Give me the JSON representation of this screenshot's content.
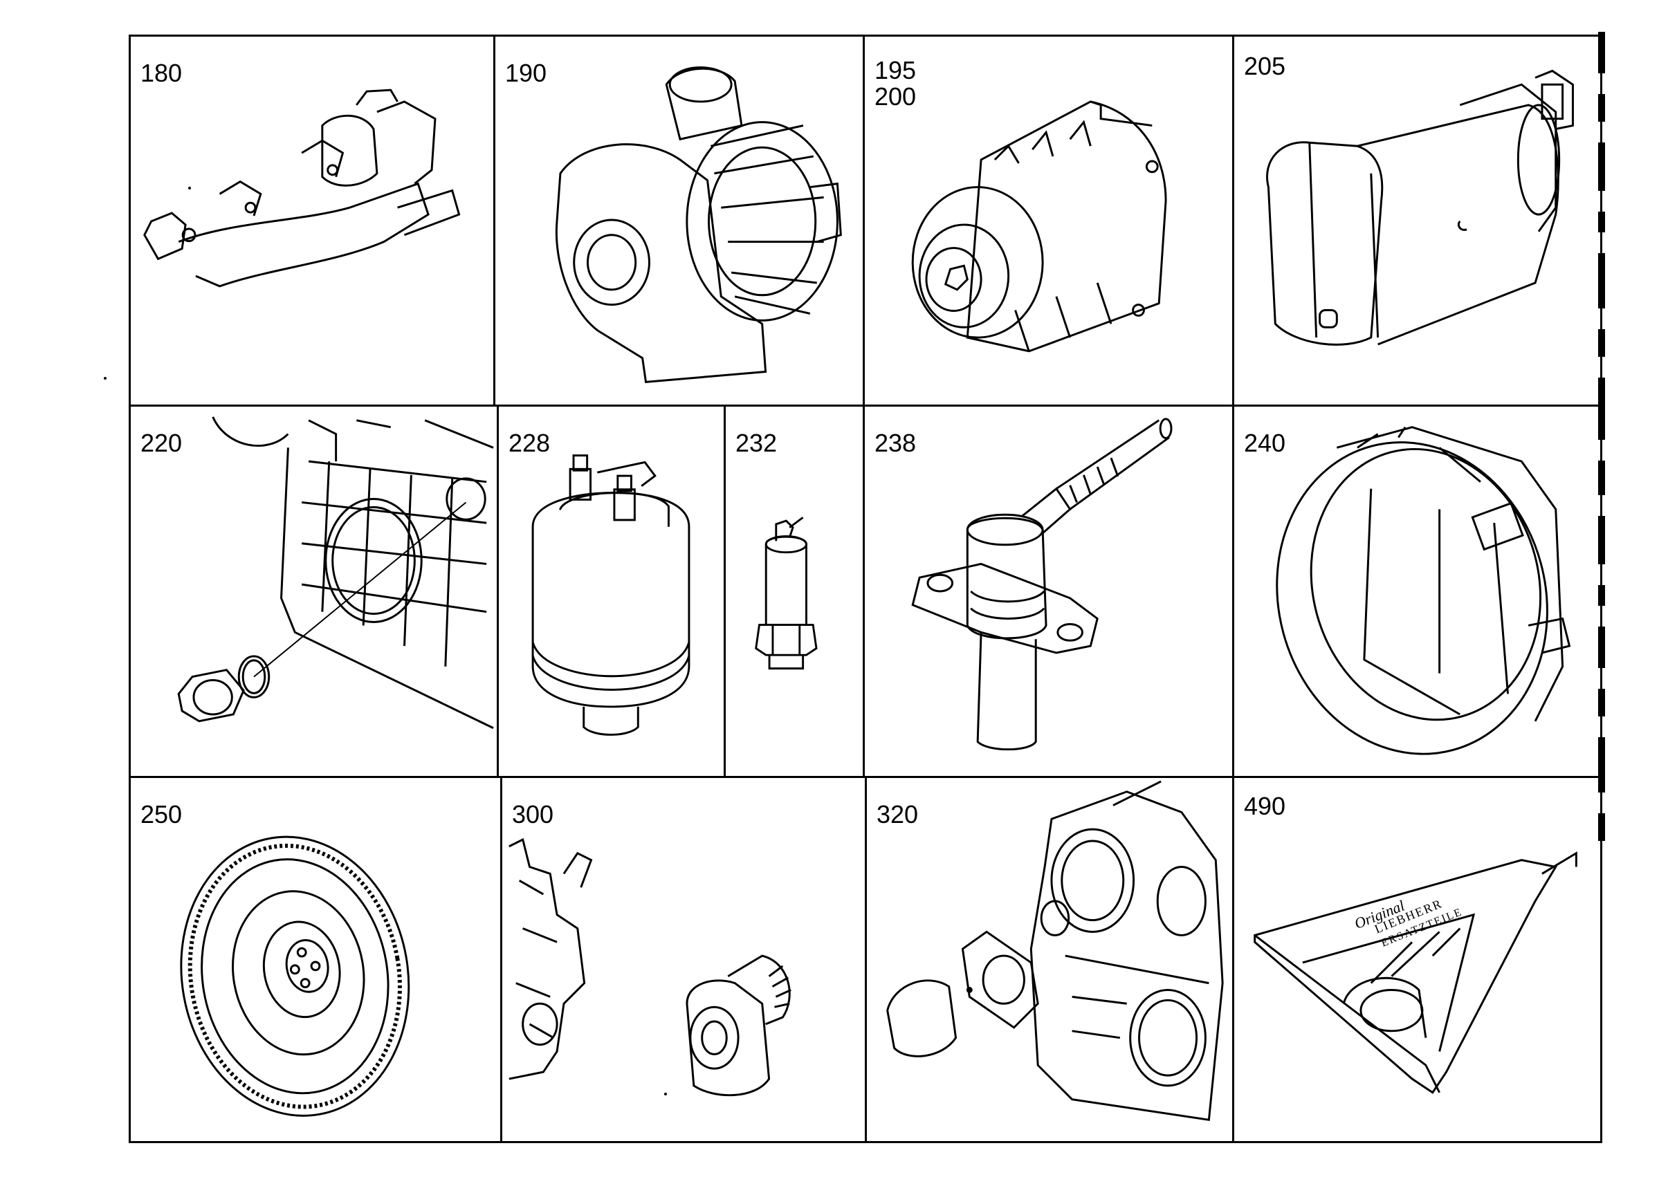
{
  "cells": [
    {
      "id": "c180",
      "label": "180",
      "part": "exhaust-manifold"
    },
    {
      "id": "c190",
      "label": "190",
      "part": "turbocharger"
    },
    {
      "id": "c195",
      "label": "195\n200",
      "part": "alternator"
    },
    {
      "id": "c205",
      "label": "205",
      "part": "starter-motor"
    },
    {
      "id": "c220",
      "label": "220",
      "part": "block-cover-seal"
    },
    {
      "id": "c228",
      "label": "228",
      "part": "solenoid-sensor"
    },
    {
      "id": "c232",
      "label": "232",
      "part": "pressure-switch"
    },
    {
      "id": "c238",
      "label": "238",
      "part": "speed-sensor"
    },
    {
      "id": "c240",
      "label": "240",
      "part": "flywheel-housing"
    },
    {
      "id": "c250",
      "label": "250",
      "part": "flywheel"
    },
    {
      "id": "c300",
      "label": "300",
      "part": "injection-pump"
    },
    {
      "id": "c320",
      "label": "320",
      "part": "timing-case-cover"
    },
    {
      "id": "c490",
      "label": "490",
      "part": "parts-kit-box"
    }
  ],
  "logo": {
    "line1": "Original",
    "line2": "LIEBHERR",
    "line3": "ERSATZTEILE"
  }
}
